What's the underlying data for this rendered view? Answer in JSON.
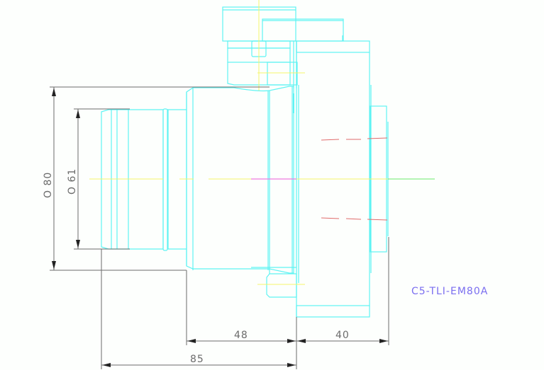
{
  "drawing": {
    "part_number": "C5-TLI-EM80A",
    "colors": {
      "outline": "#5ff3f3",
      "dimension": "#6b6b6b",
      "centerline": "#f5f56a",
      "axis_highlight": "#f07ae0",
      "axis_end": "#6be86b",
      "hidden_lines": "#e06a6a",
      "part_label": "#7a6ef0",
      "background": "#fdfffd"
    },
    "dimensions": {
      "outer_diameter": "O 80",
      "inner_diameter": "O 61",
      "body_length": "48",
      "flange_length": "40",
      "overall_length": "85"
    }
  }
}
